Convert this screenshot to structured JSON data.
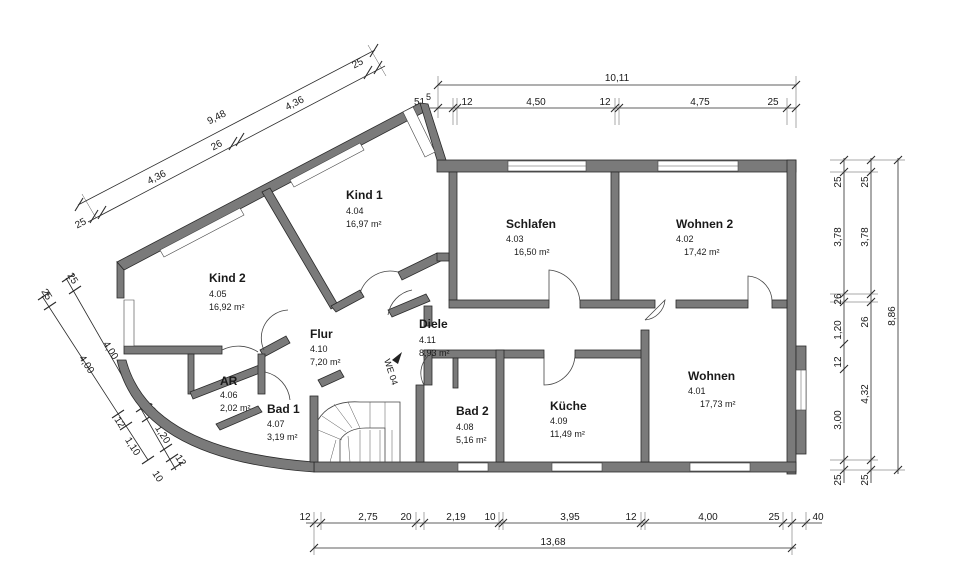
{
  "rooms": {
    "kind1": {
      "name": "Kind 1",
      "num": "4.04",
      "area": "16,97 m²"
    },
    "schlafen": {
      "name": "Schlafen",
      "num": "4.03",
      "area": "16,50 m²"
    },
    "wohnen2": {
      "name": "Wohnen 2",
      "num": "4.02",
      "area": "17,42 m²"
    },
    "kind2": {
      "name": "Kind 2",
      "num": "4.05",
      "area": "16,92 m²"
    },
    "flur": {
      "name": "Flur",
      "num": "4.10",
      "area": "7,20 m²"
    },
    "diele": {
      "name": "Diele",
      "num": "4.11",
      "area": "8,93 m²"
    },
    "ar": {
      "name": "AR",
      "num": "4.06",
      "area": "2,02 m²"
    },
    "bad1": {
      "name": "Bad 1",
      "num": "4.07",
      "area": "3,19 m²"
    },
    "bad2": {
      "name": "Bad 2",
      "num": "4.08",
      "area": "5,16 m²"
    },
    "kueche": {
      "name": "Küche",
      "num": "4.09",
      "area": "11,49 m²"
    },
    "wohnen": {
      "name": "Wohnen",
      "num": "4.01",
      "area": "17,73 m²"
    }
  },
  "dims": {
    "top_total": "10,11",
    "top_segments": [
      "51",
      "12",
      "4,50",
      "12",
      "4,75",
      "25"
    ],
    "top_51_sup": "5",
    "bottom_total": "13,68",
    "bottom_segments": [
      "12",
      "2,75",
      "20",
      "2,19",
      "10",
      "3,95",
      "12",
      "4,00",
      "25",
      "40"
    ],
    "right_outer": [
      "25",
      "3,78",
      "26",
      "1,20",
      "12",
      "3,00",
      "25"
    ],
    "right_mid": [
      "25",
      "3,78",
      "26",
      "4,32",
      "25"
    ],
    "right_total": "8,86",
    "diag_total": "9,48",
    "diag_segments": [
      "25",
      "4,36",
      "26",
      "4,36",
      "25"
    ],
    "left_outer": [
      "25",
      "4,00",
      "12",
      "1,10"
    ],
    "left_inner": [
      "25",
      "4,00",
      "12",
      "1,20",
      "12",
      "10"
    ],
    "stair_label": "WE 04"
  }
}
